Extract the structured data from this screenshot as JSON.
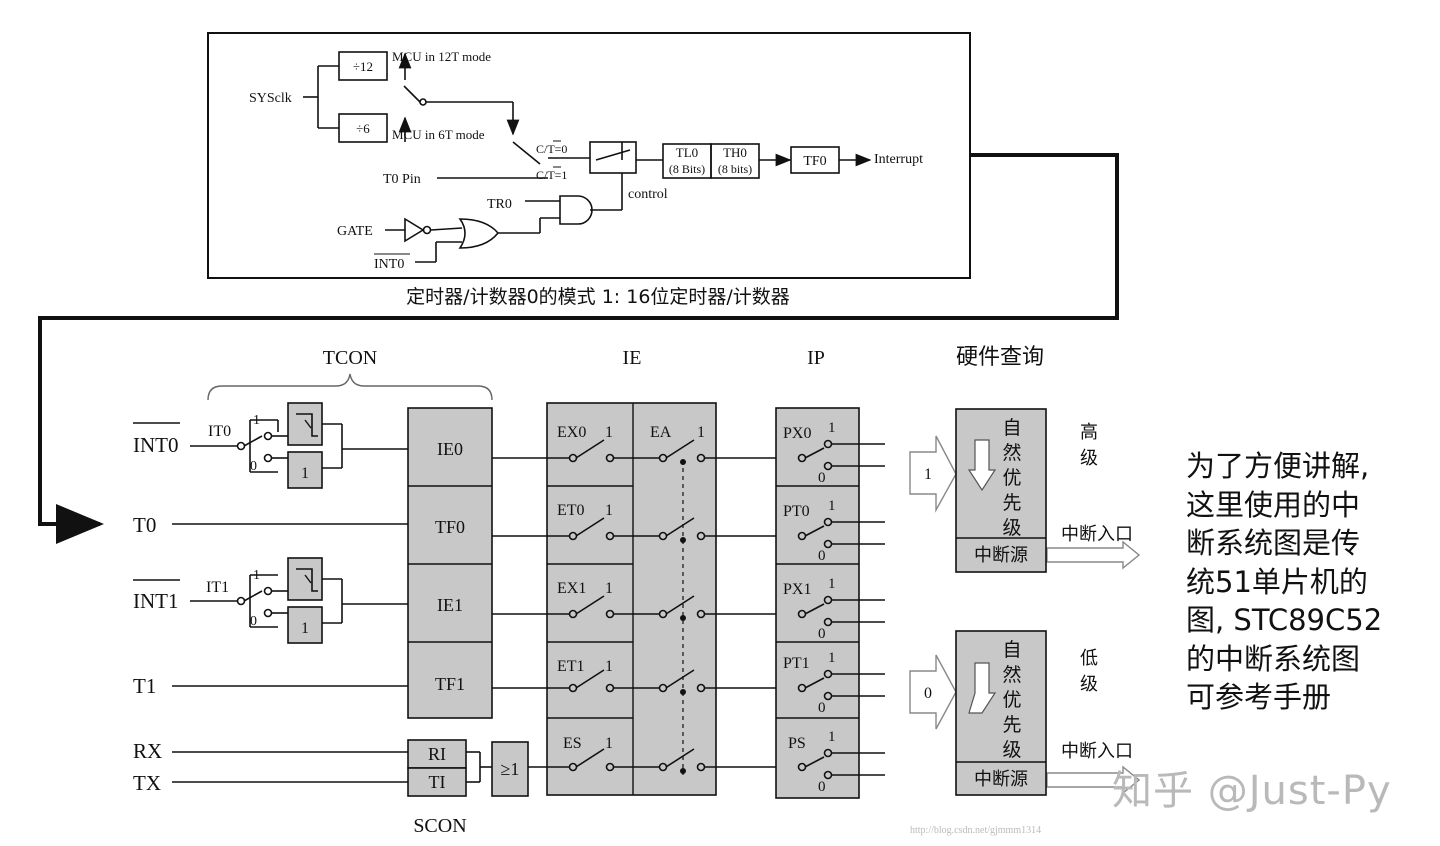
{
  "top_diagram": {
    "div12": "÷12",
    "div6": "÷6",
    "mode12": "MCU in 12T mode",
    "mode6": "MCU in 6T mode",
    "sysclk": "SYSclk",
    "t0pin": "T0 Pin",
    "ct0": "C/T=0",
    "ct1": "C/T=1",
    "tl0": "TL0",
    "tl0_bits": "(8 Bits)",
    "th0": "TH0",
    "th0_bits": "(8 bits)",
    "tf0": "TF0",
    "interrupt": "Interrupt",
    "control": "control",
    "tr0": "TR0",
    "gate": "GATE",
    "int0": "INT0",
    "caption": "定时器/计数器0的模式 1: 16位定时器/计数器"
  },
  "bottom_diagram": {
    "tcon": "TCON",
    "ie": "IE",
    "ip": "IP",
    "hw_poll": "硬件查询",
    "inputs": [
      "INT0",
      "T0",
      "INT1",
      "T1",
      "RX",
      "TX"
    ],
    "it0": "IT0",
    "it1": "IT1",
    "one": "1",
    "zero": "0",
    "flags": [
      "IE0",
      "TF0",
      "IE1",
      "TF1"
    ],
    "ri": "RI",
    "ti": "TI",
    "ge1": "≥1",
    "scon": "SCON",
    "ie_bits": [
      "EX0",
      "ET0",
      "EX1",
      "ET1",
      "ES"
    ],
    "ea": "EA",
    "ip_bits": [
      "PX0",
      "PT0",
      "PX1",
      "PT1",
      "PS"
    ],
    "natural_priority": "自然优先级",
    "high": "高级",
    "low": "低级",
    "int_entry": "中断入口",
    "int_source": "中断源",
    "arrow_high": "1",
    "arrow_low": "0",
    "url": "http://blog.csdn.net/gjmmm1314"
  },
  "note": "为了方便讲解,\n这里使用的中\n断系统图是传\n统51单片机的\n图, STC89C52\n的中断系统图\n可参考手册",
  "watermark": "知乎 @Just-Py",
  "colors": {
    "box_fill": "#c8c8c8",
    "line": "#111111"
  }
}
